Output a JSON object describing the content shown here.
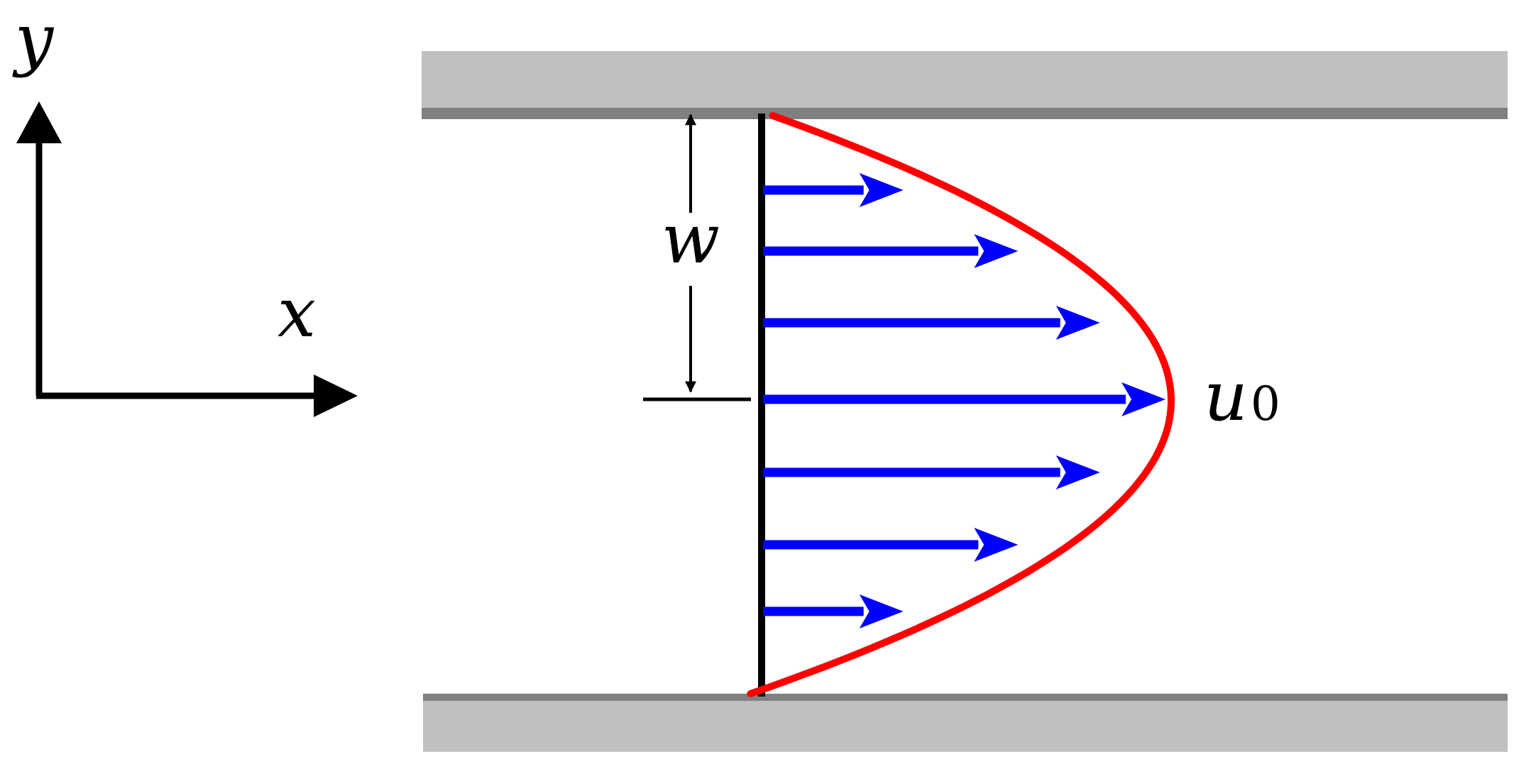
{
  "labels": {
    "y_axis": "y",
    "x_axis": "x",
    "half_width": "w",
    "max_velocity": "u",
    "max_velocity_subscript": "0"
  },
  "profile": {
    "type": "parabolic",
    "arrow_count": 7,
    "arrow_speeds": [
      0.36,
      0.64,
      0.84,
      1.0,
      0.84,
      0.64,
      0.36
    ]
  },
  "colors": {
    "wall_fill": "#c0c0c0",
    "wall_edge": "#808080",
    "profile_curve": "#ff0000",
    "velocity_arrows": "#0000ff",
    "axes": "#000000"
  }
}
